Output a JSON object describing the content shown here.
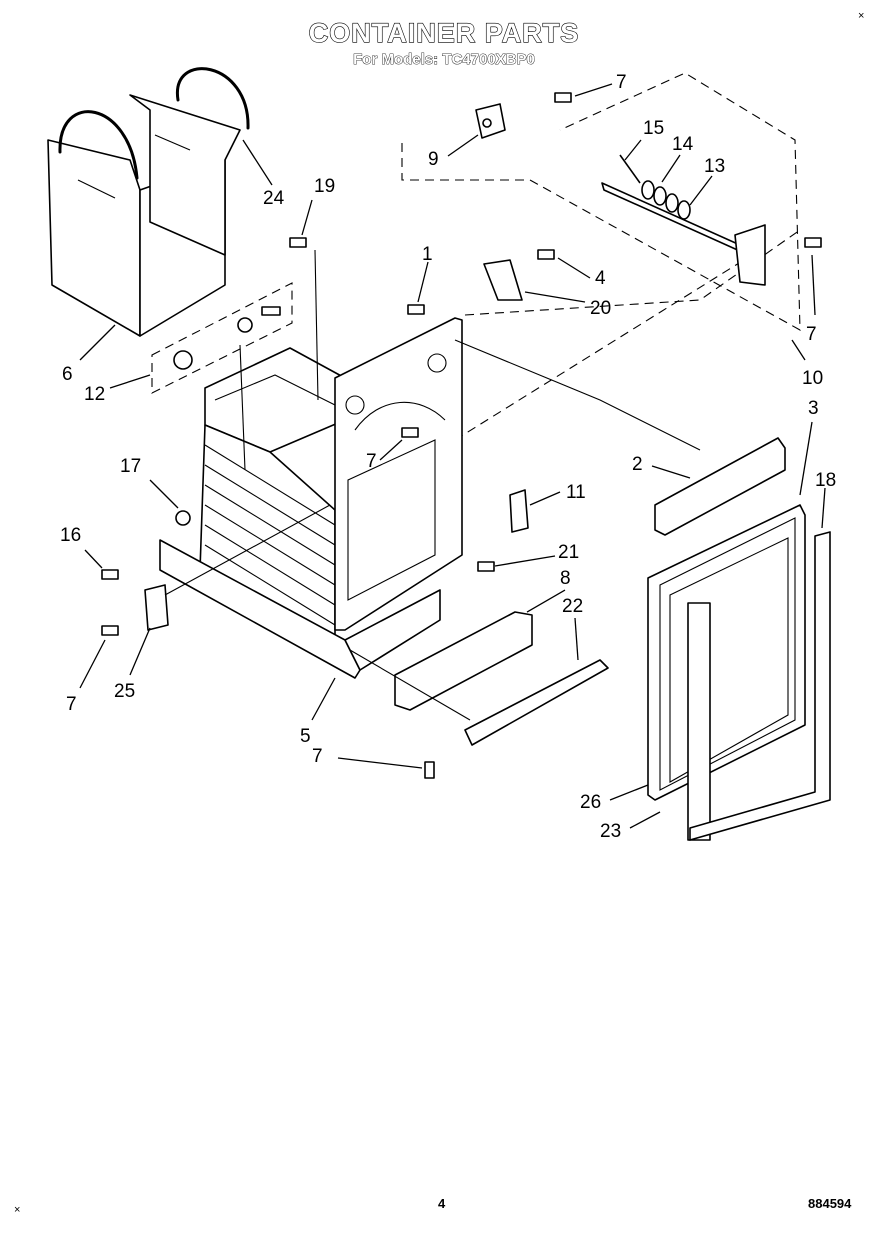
{
  "header": {
    "title": "CONTAINER PARTS",
    "subtitle": "For Models: TC4700XBP0"
  },
  "footer": {
    "page_number": "4",
    "doc_number": "884594"
  },
  "corner_marks": {
    "top_right": "×",
    "bottom_left": "×"
  },
  "callouts": {
    "c1": "1",
    "c2": "2",
    "c3": "3",
    "c4": "4",
    "c5": "5",
    "c6": "6",
    "c7a": "7",
    "c7b": "7",
    "c7c": "7",
    "c7d": "7",
    "c7e": "7",
    "c8": "8",
    "c9": "9",
    "c10": "10",
    "c11": "11",
    "c12": "12",
    "c13": "13",
    "c14": "14",
    "c15": "15",
    "c16": "16",
    "c17": "17",
    "c18": "18",
    "c19": "19",
    "c20": "20",
    "c21": "21",
    "c22": "22",
    "c23": "23",
    "c24": "24",
    "c25": "25",
    "c26": "26"
  }
}
